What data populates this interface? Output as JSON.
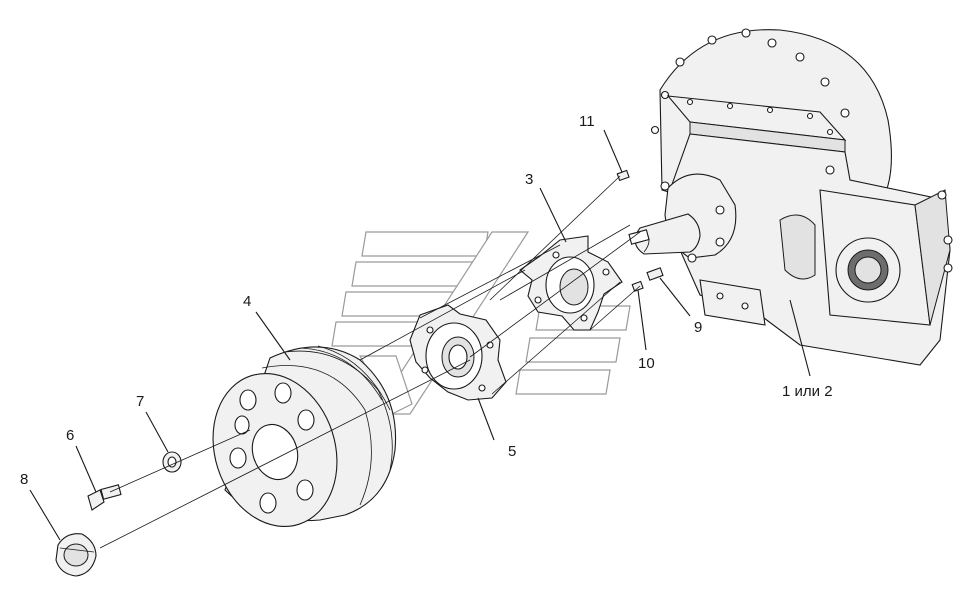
{
  "callouts": [
    {
      "id": "1",
      "text": "1 или 2"
    },
    {
      "id": "3",
      "text": "3"
    },
    {
      "id": "4",
      "text": "4"
    },
    {
      "id": "5",
      "text": "5"
    },
    {
      "id": "6",
      "text": "6"
    },
    {
      "id": "7",
      "text": "7"
    },
    {
      "id": "8",
      "text": "8"
    },
    {
      "id": "9",
      "text": "9"
    },
    {
      "id": "10",
      "text": "10"
    },
    {
      "id": "11",
      "text": "11"
    }
  ],
  "watermark": {
    "style": "outlined-stripes",
    "color": "#9a9a9a"
  },
  "line_color": "#1a1a1a"
}
